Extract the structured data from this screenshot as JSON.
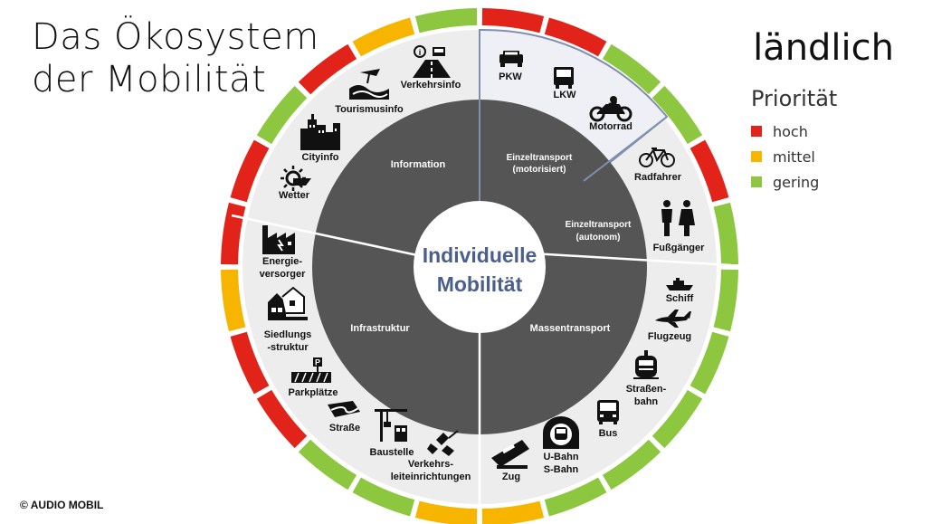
{
  "title_line1": "Das Ökosystem",
  "title_line2": "der Mobilität",
  "region": "ländlich",
  "legend": {
    "title": "Priorität",
    "items": [
      {
        "label": "hoch",
        "color": "#e2231a"
      },
      {
        "label": "mittel",
        "color": "#f7b500"
      },
      {
        "label": "gering",
        "color": "#8dc63f"
      }
    ]
  },
  "copyright": "© AUDIO MOBIL",
  "center": {
    "line1": "Individuelle",
    "line2": "Mobilität"
  },
  "sectors": {
    "information": "Information",
    "einzel_motor_1": "Einzeltransport",
    "einzel_motor_2": "(motorisiert)",
    "einzel_auto_1": "Einzeltransport",
    "einzel_auto_2": "(autonom)",
    "massen": "Massentransport",
    "infra": "Infrastruktur"
  },
  "items": {
    "pkw": "PKW",
    "lkw": "LKW",
    "motorrad": "Motorrad",
    "radfahrer": "Radfahrer",
    "fussgaenger": "Fußgänger",
    "schiff": "Schiff",
    "flugzeug": "Flugzeug",
    "strassenbahn_1": "Straßen-",
    "strassenbahn_2": "bahn",
    "bus": "Bus",
    "ubahn_1": "U-Bahn",
    "ubahn_2": "S-Bahn",
    "zug": "Zug",
    "verkehrsleit_1": "Verkehrs-",
    "verkehrsleit_2": "leiteinrichtungen",
    "baustelle": "Baustelle",
    "strasse": "Straße",
    "parkplaetze": "Parkplätze",
    "siedlung_1": "Siedlungs",
    "siedlung_2": "-struktur",
    "energie_1": "Energie-",
    "energie_2": "versorger",
    "wetter": "Wetter",
    "cityinfo": "Cityinfo",
    "tourismus": "Tourismusinfo",
    "verkehrsinfo": "Verkehrsinfo",
    "parking_sign": "P",
    "info_sign": "i"
  },
  "ring_priorities": [
    "hoch",
    "hoch",
    "gering",
    "gering",
    "hoch",
    "gering",
    "gering",
    "gering",
    "gering",
    "gering",
    "gering",
    "mittel",
    "mittel",
    "gering",
    "gering",
    "hoch",
    "hoch",
    "mittel",
    "hoch",
    "hoch",
    "gering",
    "hoch",
    "mittel",
    "gering"
  ]
}
